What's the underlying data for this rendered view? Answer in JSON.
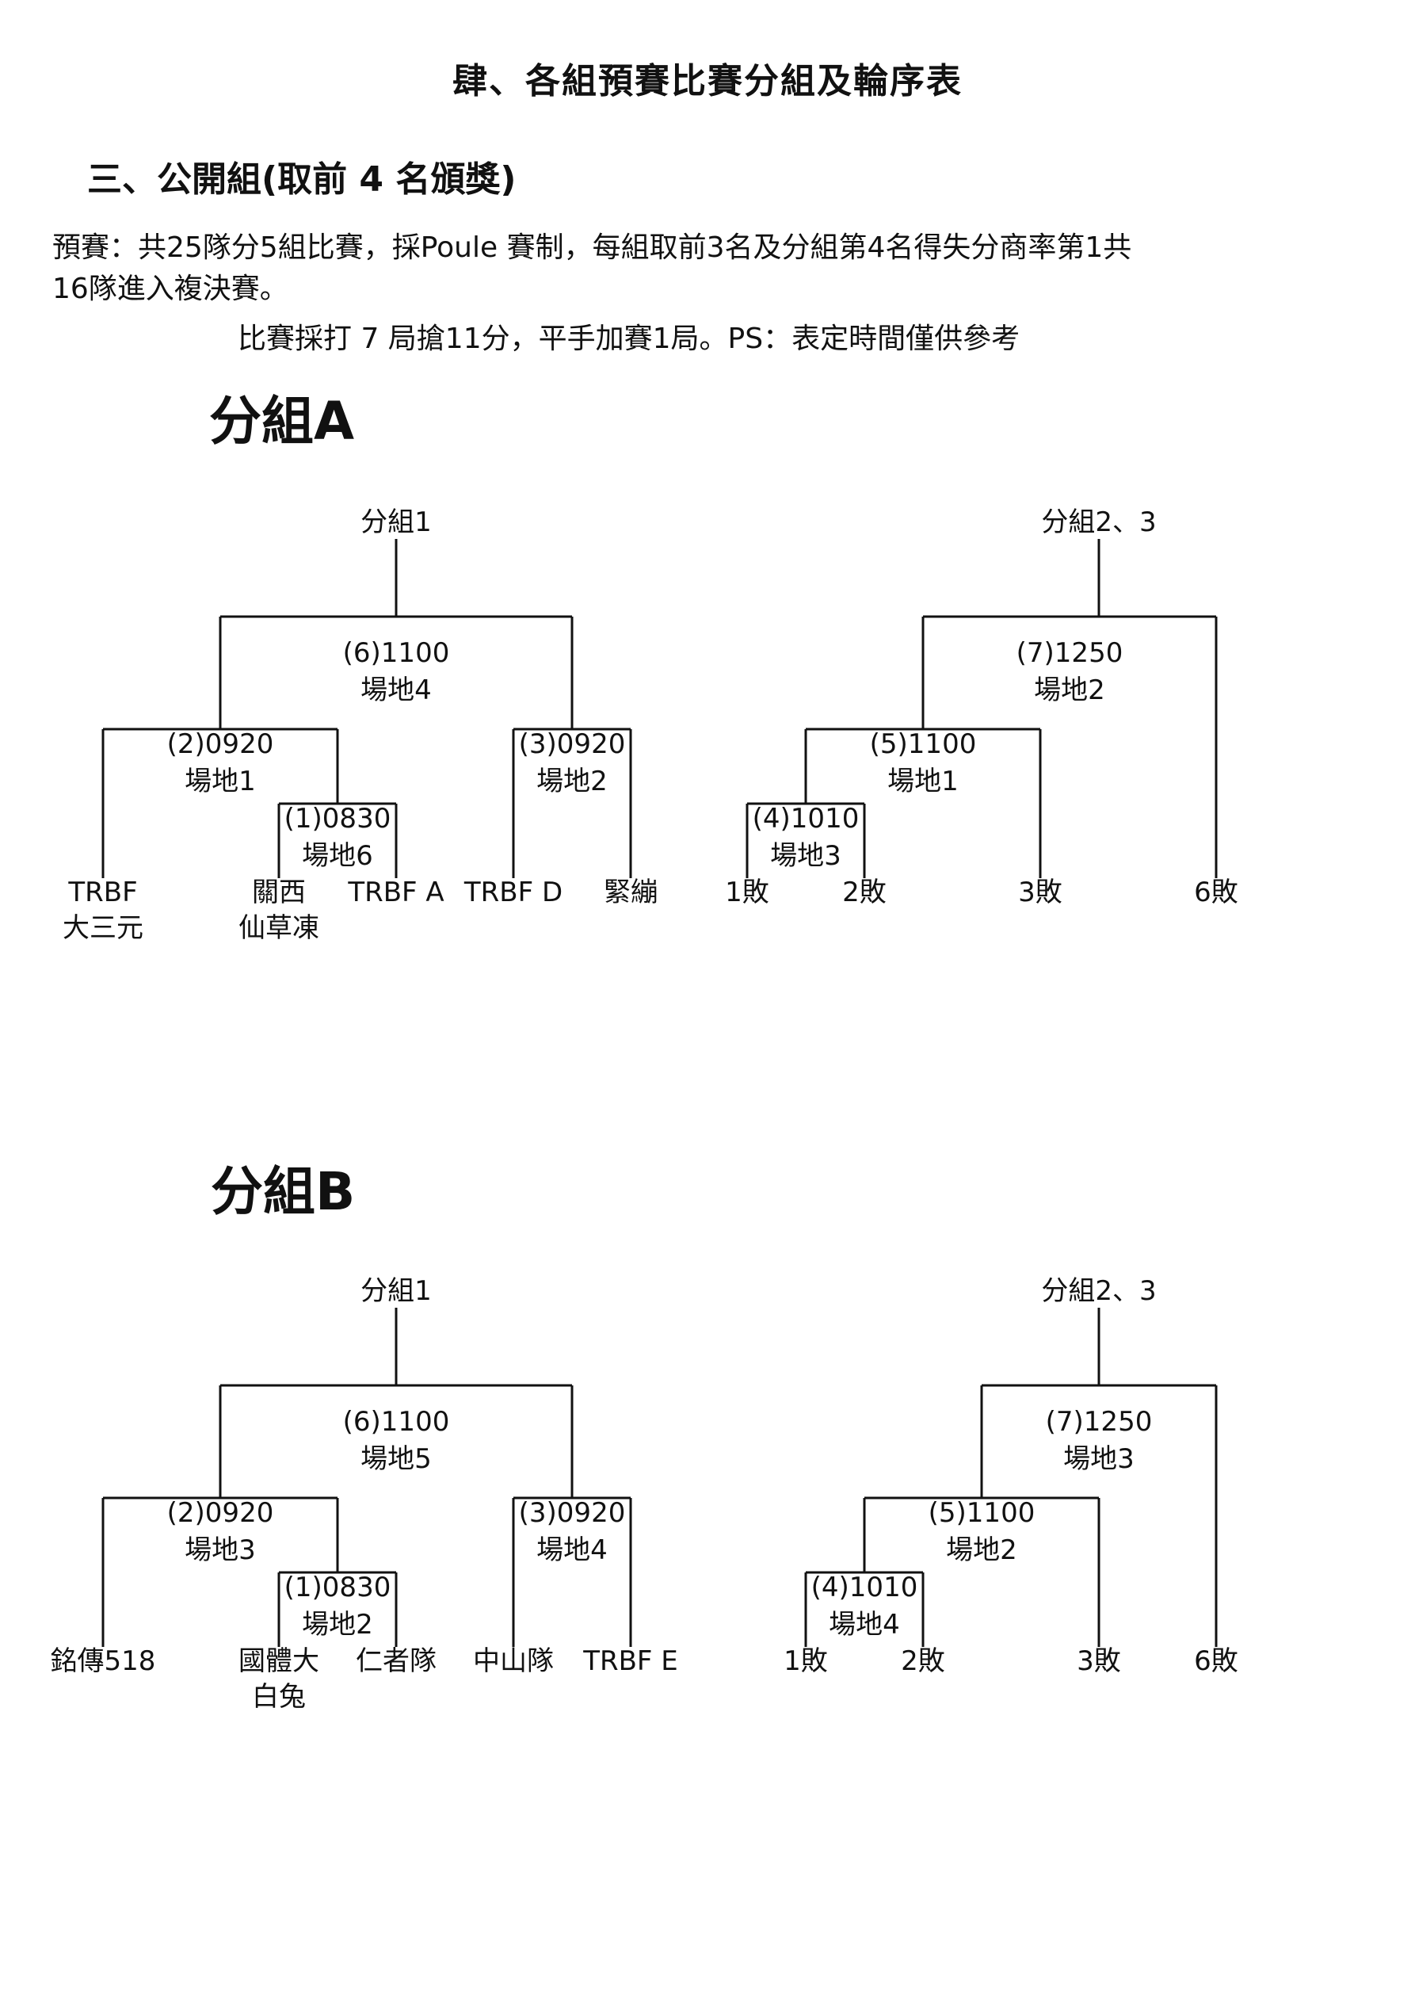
{
  "title": "肆、各組預賽比賽分組及輪序表",
  "section": "三、公開組(取前 4 名頒獎)",
  "description": [
    "預賽：共25隊分5組比賽，採Poule 賽制，每組取前3名及分組第4名得失分商率第1共",
    "16隊進入複決賽。",
    "比賽採打 7 局搶11分，平手加賽1局。PS：表定時間僅供參考"
  ],
  "groups": [
    {
      "title": "分組A",
      "winners_bracket": {
        "heading": "分組1",
        "final": {
          "time": "(6)1100",
          "court": "場地4"
        },
        "left_match": {
          "time": "(2)0920",
          "court": "場地1"
        },
        "inner_match": {
          "time": "(1)0830",
          "court": "場地6"
        },
        "right_match": {
          "time": "(3)0920",
          "court": "場地2"
        },
        "teams": [
          {
            "line1": "TRBF",
            "line2": "大三元"
          },
          {
            "line1": "關西",
            "line2": "仙草凍"
          },
          {
            "line1": "TRBF A",
            "line2": ""
          },
          {
            "line1": "TRBF D",
            "line2": ""
          },
          {
            "line1": "緊繃",
            "line2": ""
          }
        ]
      },
      "placement_bracket": {
        "heading": "分組2、3",
        "final": {
          "time": "(7)1250",
          "court": "場地2"
        },
        "mid_match": {
          "time": "(5)1100",
          "court": "場地1"
        },
        "first_match": {
          "time": "(4)1010",
          "court": "場地3"
        },
        "entries": [
          "1敗",
          "2敗",
          "3敗",
          "6敗"
        ]
      }
    },
    {
      "title": "分組B",
      "winners_bracket": {
        "heading": "分組1",
        "final": {
          "time": "(6)1100",
          "court": "場地5"
        },
        "left_match": {
          "time": "(2)0920",
          "court": "場地3"
        },
        "inner_match": {
          "time": "(1)0830",
          "court": "場地2"
        },
        "right_match": {
          "time": "(3)0920",
          "court": "場地4"
        },
        "teams": [
          {
            "line1": "銘傳518",
            "line2": ""
          },
          {
            "line1": "國體大",
            "line2": "白兔"
          },
          {
            "line1": "仁者隊",
            "line2": ""
          },
          {
            "line1": "中山隊",
            "line2": ""
          },
          {
            "line1": "TRBF E",
            "line2": ""
          }
        ]
      },
      "placement_bracket": {
        "heading": "分組2、3",
        "final": {
          "time": "(7)1250",
          "court": "場地3"
        },
        "mid_match": {
          "time": "(5)1100",
          "court": "場地2"
        },
        "first_match": {
          "time": "(4)1010",
          "court": "場地4"
        },
        "entries": [
          "1敗",
          "2敗",
          "3敗",
          "6敗"
        ]
      }
    }
  ]
}
